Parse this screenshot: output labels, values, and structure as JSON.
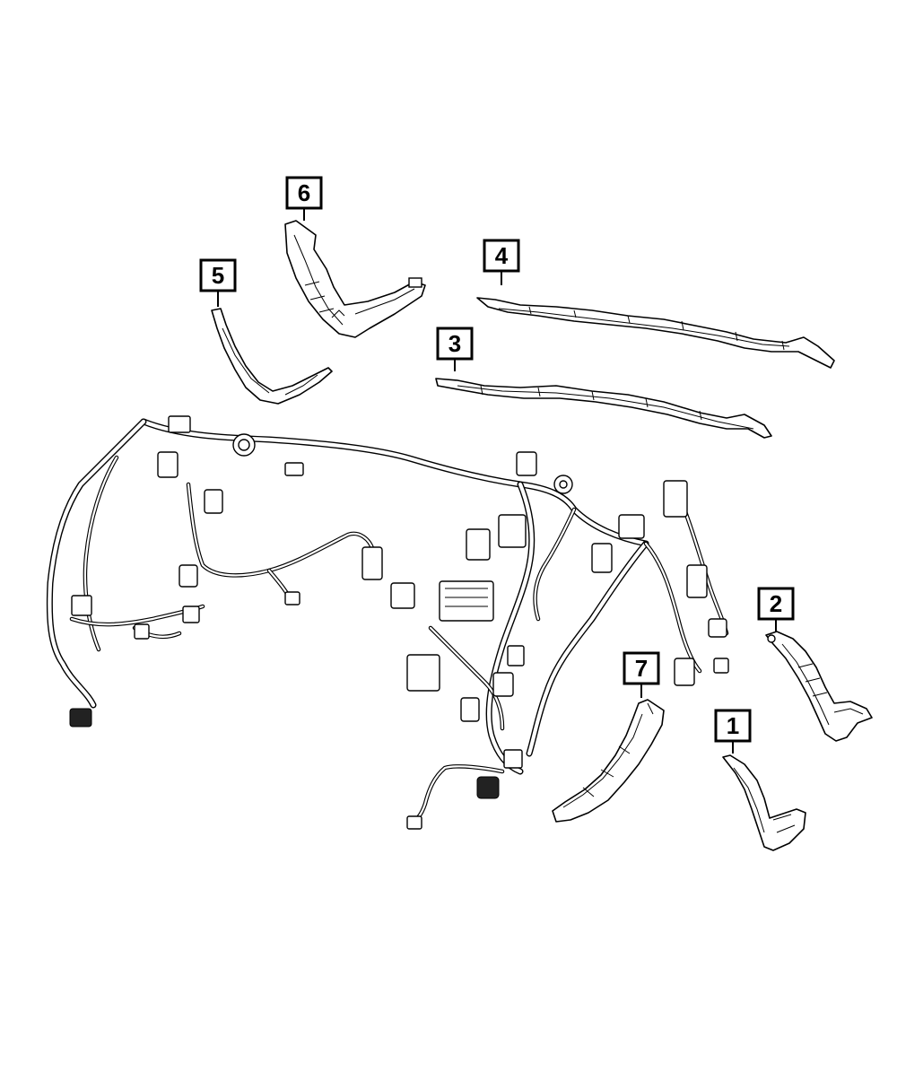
{
  "diagram": {
    "callouts": [
      {
        "id": "callout-1",
        "label": "1"
      },
      {
        "id": "callout-2",
        "label": "2"
      },
      {
        "id": "callout-3",
        "label": "3"
      },
      {
        "id": "callout-4",
        "label": "4"
      },
      {
        "id": "callout-5",
        "label": "5"
      },
      {
        "id": "callout-6",
        "label": "6"
      },
      {
        "id": "callout-7",
        "label": "7"
      }
    ]
  }
}
